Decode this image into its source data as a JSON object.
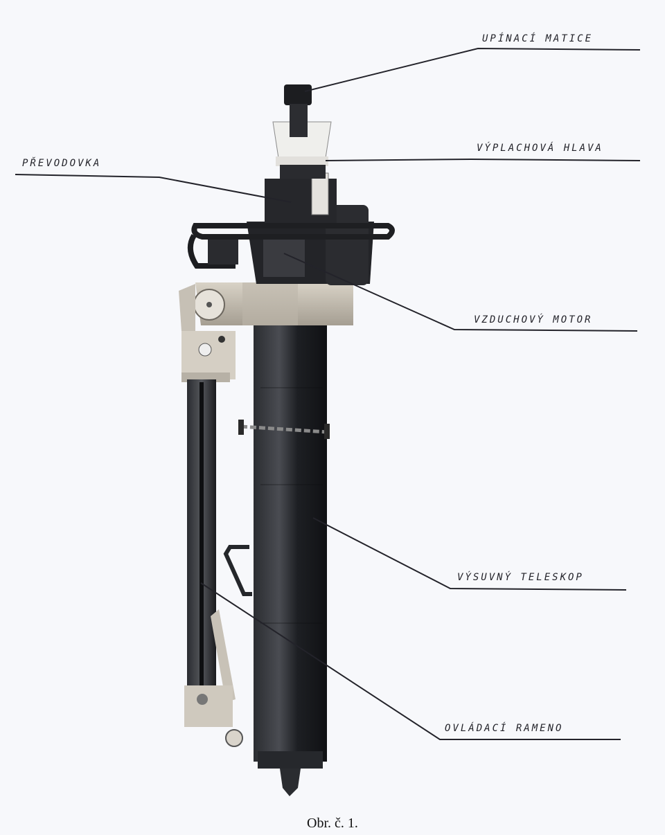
{
  "labels": {
    "upinaci_matice": "UPÍNACÍ MATICE",
    "vyplachova_hlava": "VÝPLACHOVÁ HLAVA",
    "prevodovka": "PŘEVODOVKA",
    "vzduchovy_motor": "VZDUCHOVÝ MOTOR",
    "vysuvny_teleskop": "VÝSUVNÝ TELESKOP",
    "ovladaci_rameno": "OVLÁDACÍ RAMENO"
  },
  "caption": "Obr. č. 1.",
  "colors": {
    "background": "#f7f8fb",
    "ink": "#23232a",
    "metal_dark": "#1c1e22",
    "metal_light": "#c9c3b8"
  }
}
